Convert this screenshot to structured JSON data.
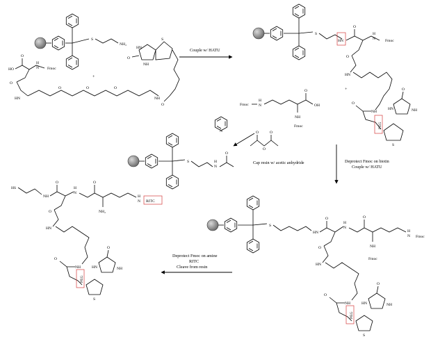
{
  "structure_labels": {
    "nh2": "NH₂",
    "ho": "HO",
    "oh": "OH",
    "o": "O",
    "hn": "HN",
    "nh": "NH",
    "h": "H",
    "n": "N",
    "s": "S",
    "fmoc": "Fmoc",
    "hs": "HS",
    "ritc": "RITC",
    "peg": "PEG",
    "plus": "+"
  },
  "reaction_conditions": {
    "step1": "Couple w/ HATU",
    "cap": "Cap resin w/ acetic anhydride",
    "step2_line1": "Deprotect Fmoc on biotin",
    "step2_line2": "Couple w/ HATU",
    "step3_line1": "Deprotect Fmoc on amine",
    "step3_line2": "RITC",
    "step3_line3": "Cleave from resin"
  },
  "colors": {
    "resin_bead": "#8a8a8a",
    "highlight": "#d43a3a",
    "ink": "#000000"
  }
}
